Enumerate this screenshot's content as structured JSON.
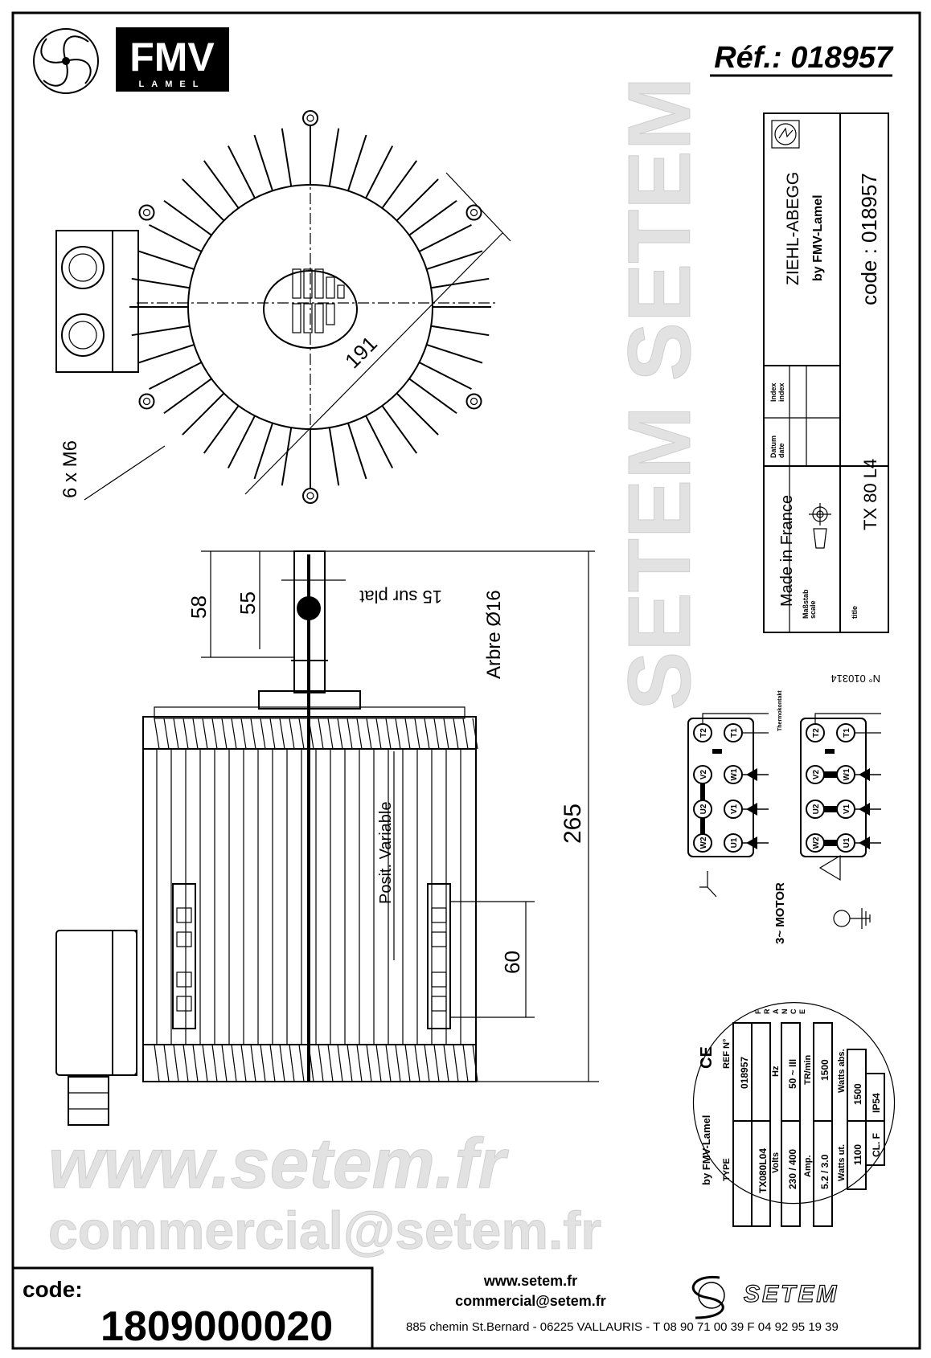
{
  "header": {
    "logo_text": "FMV",
    "logo_subtext": "LAMEL",
    "reference": "Réf.: 018957"
  },
  "title_block": {
    "brand": "ZIEHL-ABEGG",
    "brand_sub": "by FMV-Lamel",
    "code": "code : 018957",
    "datum_label": "Datum",
    "date_label": "date",
    "index_label_de": "Index",
    "index_label_en": "index",
    "made_in": "Made in France",
    "scale_label_de": "Maßstab",
    "scale_label_en": "scale",
    "title_label": "title",
    "title_value": "TX 80 L4",
    "drawing_number": "N° 010314"
  },
  "front_view": {
    "diameter_label": "191",
    "bolt_label": "6 x M6"
  },
  "side_view": {
    "dim_58": "58",
    "dim_55": "55",
    "flat_label": "15 sur plat",
    "shaft_label": "Arbre Ø16",
    "height_label": "265",
    "position_label": "Posit. Variable",
    "dim_60": "60"
  },
  "wiring": {
    "thermo_label": "Thermokontakt",
    "motor_label": "3~ MOTOR",
    "terminals": [
      "T2",
      "T1",
      "V2",
      "W1",
      "U2",
      "V1",
      "W2",
      "U1"
    ],
    "star_symbol": "star",
    "delta_symbol": "triangle",
    "ground_symbol": "ground-icon"
  },
  "nameplate": {
    "brand": "by FMV-Lamel",
    "ce_mark": "CE",
    "country_letters": [
      "F",
      "R",
      "A",
      "N",
      "C",
      "E"
    ],
    "type_label": "TYPE",
    "type_value": "TX080L04",
    "ref_label": "REF N°",
    "ref_value": "018957",
    "volts_label": "Volts",
    "volts_value": "230 / 400",
    "hz_label": "Hz",
    "hz_value": "50  ~ III",
    "amp_label": "Amp.",
    "amp_value": "5.2 / 3.0",
    "rpm_label": "TR/min",
    "rpm_value": "1500",
    "watts_ut_label": "Watts ut.",
    "watts_ut_value": "1100",
    "watts_abs_label": "Watts abs.",
    "watts_abs_value": "1500",
    "class_value": "CL. F",
    "ip_value": "IP54"
  },
  "watermark": {
    "url": "www.setem.fr",
    "brand": "SETEM SETEM",
    "email": "commercial@setem.fr"
  },
  "footer": {
    "code_label": "code:",
    "code_value": "1809000020",
    "website": "www.setem.fr",
    "email": "commercial@setem.fr",
    "address": "885 chemin St.Bernard  -  06225 VALLAURIS  -  T 08 90 71 00 39   F 04 92 95 19 39",
    "company_logo": "SETEM"
  }
}
